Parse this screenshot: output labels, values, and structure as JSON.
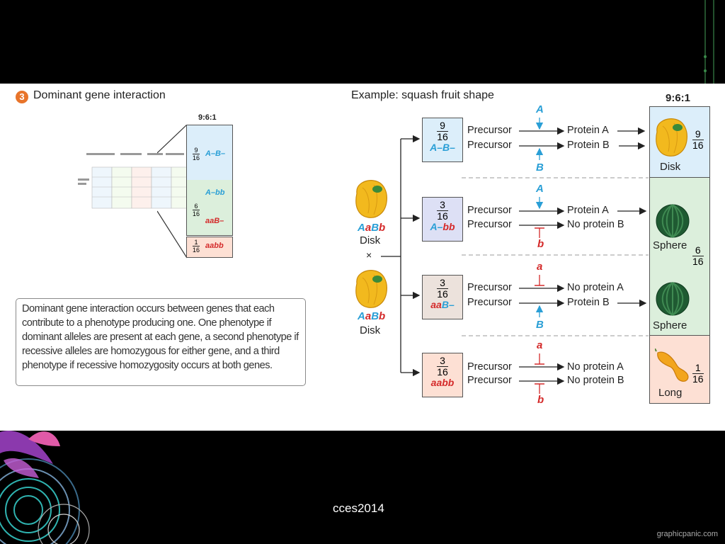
{
  "footer": {
    "text": "cces2014",
    "credit": "graphicpanic.com"
  },
  "left": {
    "section_number": "3",
    "section_title": "Dominant gene interaction",
    "ratio": "9:6:1",
    "bracket": [
      {
        "num": "9",
        "den": "16",
        "genotype": "A–B–"
      },
      {
        "num": "6",
        "den": "16",
        "genotype_1": "A–bb",
        "genotype_2": "aaB–"
      },
      {
        "num": "1",
        "den": "16",
        "genotype": "aabb"
      }
    ],
    "description": "Dominant gene interaction occurs between genes that each contribute to a phenotype producing one. One phenotype if dominant alleles are present at each gene, a second phenotype if recessive alleles are homozygous for either gene, and a third phenotype if recessive homozygosity occurs at both genes."
  },
  "right": {
    "title": "Example: squash fruit shape",
    "ratio": "9:6:1",
    "parents": [
      {
        "genotype": "AaBb",
        "phenotype": "Disk"
      },
      {
        "genotype": "AaBb",
        "phenotype": "Disk"
      }
    ],
    "cross_symbol": "×",
    "rows": [
      {
        "num": "9",
        "den": "16",
        "genotype": "A–B–",
        "path1": {
          "precursor": "Precursor",
          "product": "Protein A",
          "allele": "A"
        },
        "path2": {
          "precursor": "Precursor",
          "product": "Protein B",
          "allele": "B"
        }
      },
      {
        "num": "3",
        "den": "16",
        "genotype": "A–bb",
        "path1": {
          "precursor": "Precursor",
          "product": "Protein A",
          "allele": "A"
        },
        "path2": {
          "precursor": "Precursor",
          "product": "No protein B",
          "allele": "b"
        }
      },
      {
        "num": "3",
        "den": "16",
        "genotype": "aaB–",
        "path1": {
          "precursor": "Precursor",
          "product": "No protein A",
          "allele": "a"
        },
        "path2": {
          "precursor": "Precursor",
          "product": "Protein B",
          "allele": "B"
        }
      },
      {
        "num": "3",
        "den": "16",
        "genotype": "aabb",
        "path1": {
          "precursor": "Precursor",
          "product": "No protein A",
          "allele": "a"
        },
        "path2": {
          "precursor": "Precursor",
          "product": "No protein B",
          "allele": "b"
        }
      }
    ],
    "phenotypes": [
      {
        "label": "Disk",
        "num": "9",
        "den": "16"
      },
      {
        "label": "Sphere",
        "num": "6",
        "den": "16"
      },
      {
        "label": "Sphere"
      },
      {
        "label": "Long",
        "num": "1",
        "den": "16"
      }
    ]
  },
  "colors": {
    "blue": "#2a9fd6",
    "red": "#d42a2a",
    "disk_bg": "#dceefa",
    "sphere_bg": "#dcefdc",
    "long_bg": "#fde0d4"
  }
}
